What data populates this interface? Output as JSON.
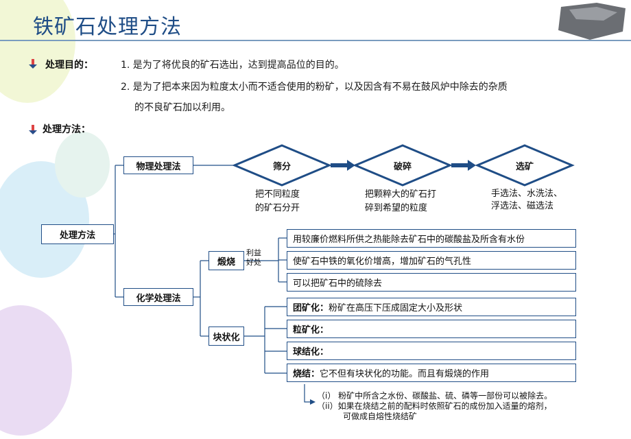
{
  "title": "铁矿石处理方法",
  "purpose": {
    "label": "处理目的：",
    "items": [
      "1. 是为了将优良的矿石选出，达到提高品位的目的。",
      "2. 是为了把本来因为粒度太小而不适合使用的粉矿，以及因含有不易在鼓风炉中除去的杂质",
      "的不良矿石加以利用。"
    ]
  },
  "methods_label": "处理方法：",
  "diagram": {
    "root": "处理方法",
    "physical": {
      "label": "物理处理法",
      "steps": [
        {
          "name": "筛分",
          "desc": [
            "把不同粒度",
            "的矿石分开"
          ]
        },
        {
          "name": "破碎",
          "desc": [
            "把颗粹大的矿石打",
            "碎到希望的粒度"
          ]
        },
        {
          "name": "选矿",
          "desc": [
            "手选法、水洗法、",
            "浮选法、磁选法"
          ]
        }
      ]
    },
    "chemical": {
      "label": "化学处理法",
      "calcine": {
        "label": "煅烧",
        "benefit_label": [
          "利益",
          "好处"
        ],
        "items": [
          "用较廉价燃料所供之热能除去矿石中的碳酸盐及所含有水份",
          "使矿石中铁的氧化价增高，增加矿石的气孔性",
          "可以把矿石中的硫除去"
        ]
      },
      "agglom": {
        "label": "块状化",
        "items": [
          {
            "name": "团矿化：",
            "text": "粉矿在高压下压成固定大小及形状"
          },
          {
            "name": "粒矿化：",
            "text": ""
          },
          {
            "name": "球结化：",
            "text": ""
          },
          {
            "name": "烧结：",
            "text": "它不但有块状化的功能。而且有煅烧的作用"
          }
        ]
      },
      "notes": [
        "（i）  粉矿中所含之水份、碳酸盐、硫、磷等一部份可以被除去。",
        "（ii）如果在烧结之前的配料时依照矿石的成份加入适量的熔剂，",
        "可做成自熔性烧结矿"
      ]
    }
  },
  "colors": {
    "accent": "#1f4d86",
    "arrow": "#1f4d86",
    "diamond_fill": "#ffffff"
  }
}
